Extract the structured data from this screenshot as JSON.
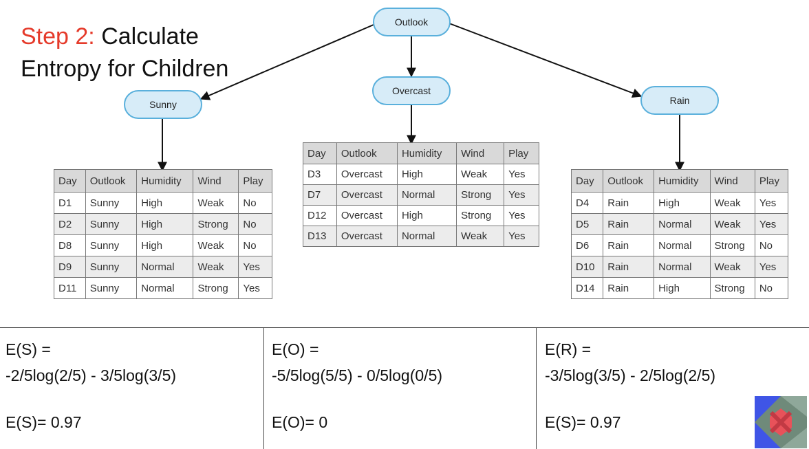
{
  "title": {
    "step": "Step 2:",
    "line1_rest": " Calculate",
    "line2": "Entropy for Children"
  },
  "nodes": {
    "root": "Outlook",
    "sunny": "Sunny",
    "overcast": "Overcast",
    "rain": "Rain"
  },
  "tables": {
    "sunny": {
      "headers": [
        "Day",
        "Outlook",
        "Humidity",
        "Wind",
        "Play"
      ],
      "rows": [
        [
          "D1",
          "Sunny",
          "High",
          "Weak",
          "No"
        ],
        [
          "D2",
          "Sunny",
          "High",
          "Strong",
          "No"
        ],
        [
          "D8",
          "Sunny",
          "High",
          "Weak",
          "No"
        ],
        [
          "D9",
          "Sunny",
          "Normal",
          "Weak",
          "Yes"
        ],
        [
          "D11",
          "Sunny",
          "Normal",
          "Strong",
          "Yes"
        ]
      ]
    },
    "overcast": {
      "headers": [
        "Day",
        "Outlook",
        "Humidity",
        "Wind",
        "Play"
      ],
      "rows": [
        [
          "D3",
          "Overcast",
          "High",
          "Weak",
          "Yes"
        ],
        [
          "D7",
          "Overcast",
          "Normal",
          "Strong",
          "Yes"
        ],
        [
          "D12",
          "Overcast",
          "High",
          "Strong",
          "Yes"
        ],
        [
          "D13",
          "Overcast",
          "Normal",
          "Weak",
          "Yes"
        ]
      ]
    },
    "rain": {
      "headers": [
        "Day",
        "Outlook",
        "Humidity",
        "Wind",
        "Play"
      ],
      "rows": [
        [
          "D4",
          "Rain",
          "High",
          "Weak",
          "Yes"
        ],
        [
          "D5",
          "Rain",
          "Normal",
          "Weak",
          "Yes"
        ],
        [
          "D6",
          "Rain",
          "Normal",
          "Strong",
          "No"
        ],
        [
          "D10",
          "Rain",
          "Normal",
          "Weak",
          "Yes"
        ],
        [
          "D14",
          "Rain",
          "High",
          "Strong",
          "No"
        ]
      ]
    }
  },
  "formulas": {
    "sunny": {
      "label": "E(S) =",
      "expr": "-2/5log(2/5) - 3/5log(3/5)",
      "result": "E(S)= 0.97"
    },
    "overcast": {
      "label": "E(O) =",
      "expr": "-5/5log(5/5) - 0/5log(0/5)",
      "result": "E(O)= 0"
    },
    "rain": {
      "label": "E(R) =",
      "expr": "-3/5log(3/5) - 2/5log(2/5)",
      "result": "E(S)= 0.97"
    }
  },
  "colors": {
    "accent": "#e53a2a",
    "node_fill": "#d7ecf8",
    "node_stroke": "#5ab0dc",
    "header_bg": "#d9d9d9"
  }
}
